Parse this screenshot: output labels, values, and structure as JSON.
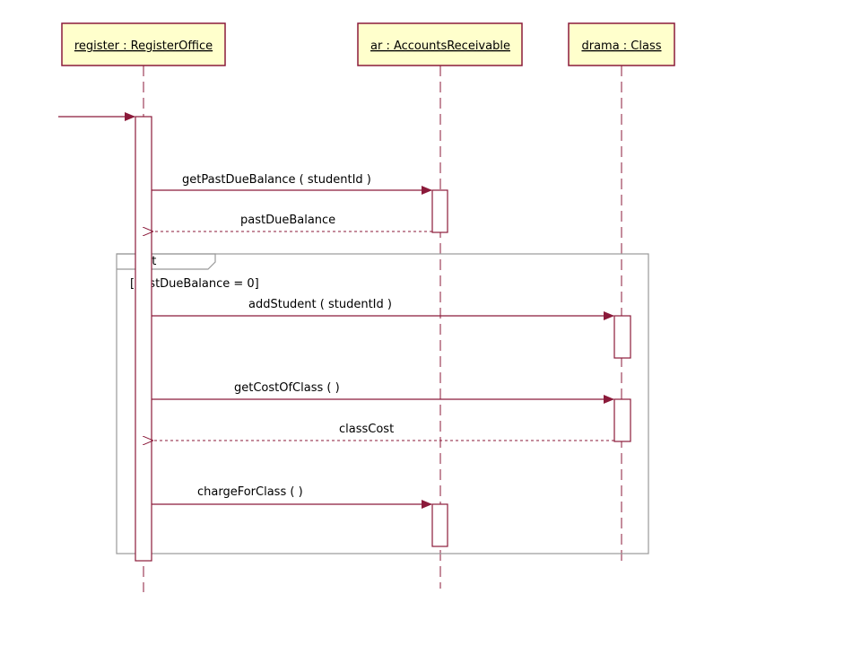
{
  "colors": {
    "line": "#8b1a3a",
    "head_fill": "#ffffcc",
    "frame": "#999999",
    "background": "#ffffff"
  },
  "lifelines": {
    "register": "register : RegisterOffice",
    "ar": "ar : AccountsReceivable",
    "drama": "drama : Class"
  },
  "messages": {
    "m1": "getPastDueBalance ( studentId )",
    "m2": "pastDueBalance",
    "m3": "addStudent ( studentId )",
    "m4": "getCostOfClass (  )",
    "m5": "classCost",
    "m6": "chargeForClass (  )"
  },
  "fragment": {
    "operator": "opt",
    "guard": "[pastDueBalance = 0]"
  }
}
